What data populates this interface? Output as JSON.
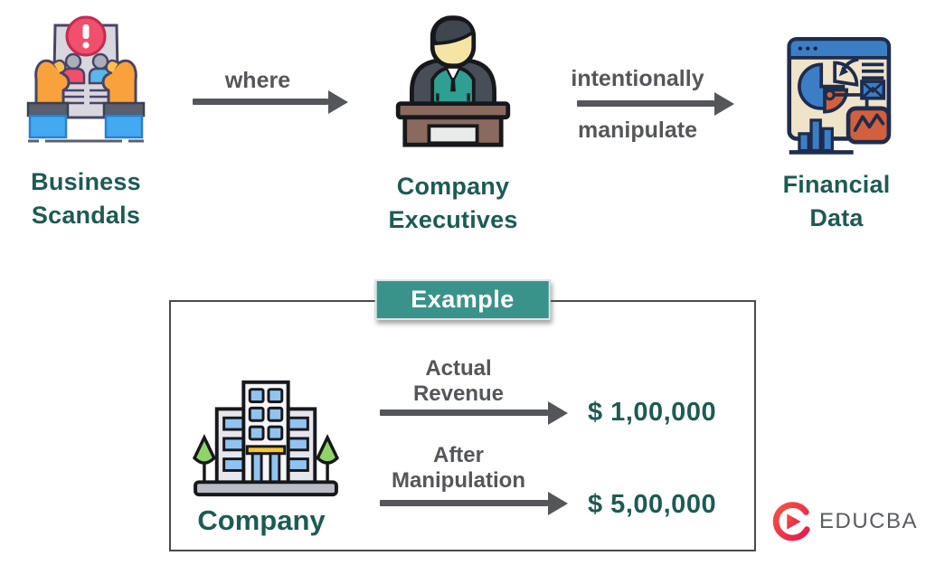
{
  "flow": {
    "nodes": [
      {
        "label": "Business Scandals",
        "icon": "document-with-warning-held-by-hands"
      },
      {
        "label": "Company Executives",
        "icon": "executive-at-desk"
      },
      {
        "label": "Financial Data",
        "icon": "dashboard-with-charts"
      }
    ],
    "arrows": [
      {
        "above": "where"
      },
      {
        "above": "intentionally",
        "below": "manipulate"
      }
    ]
  },
  "example": {
    "title": "Example",
    "company_label": "Company",
    "company_icon": "office-building",
    "rows": [
      {
        "label": "Actual Revenue",
        "value": "$ 1,00,000"
      },
      {
        "label": "After Manipulation",
        "value": "$ 5,00,000"
      }
    ]
  },
  "branding": {
    "name": "EDUCBA",
    "logo_icon": "educba-play-swirl"
  },
  "colors": {
    "heading_teal": "#1d5b53",
    "text_gray": "#55565a",
    "badge_teal": "#3a938b",
    "value_teal": "#1d5b53",
    "box_border": "#4a4a4a",
    "logo_red": "#ee3a50",
    "background": "#ffffff"
  }
}
